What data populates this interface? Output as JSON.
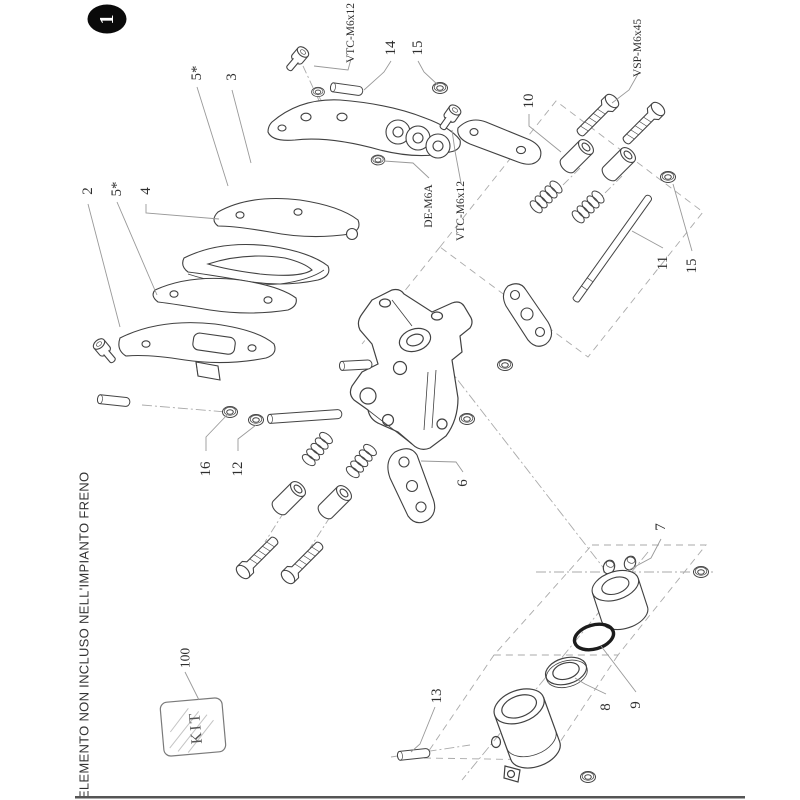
{
  "figure_badge": "1",
  "footnote": "* ELEMENTO NON INCLUSO NELL'IMPIANTO FRENO",
  "kit": {
    "label": "KIT",
    "number": "100"
  },
  "callouts": {
    "top_pad_alt": "5*",
    "top_pad": "3",
    "screw_top": "VTC-M6x12",
    "pin_top": "14",
    "washer_top": "15",
    "bolt_right": "VSP-M6x45",
    "sleeve_group": "10",
    "plate_bottom": "2",
    "plate_alt": "5*",
    "pad": "4",
    "nut_center": "DE-M6A",
    "screw_mid": "VTC-M6x12",
    "rod": "11",
    "washer_right": "15",
    "nut_left": "16",
    "washer_left": "12",
    "link_plate": "6",
    "piston_cap": "7",
    "seal": "8",
    "oring": "9",
    "pin_bottom": "13"
  },
  "colors": {
    "line_art": "#414141",
    "leader": "#999999",
    "badge_bg": "#0a0a0a",
    "paper": "#ffffff"
  }
}
